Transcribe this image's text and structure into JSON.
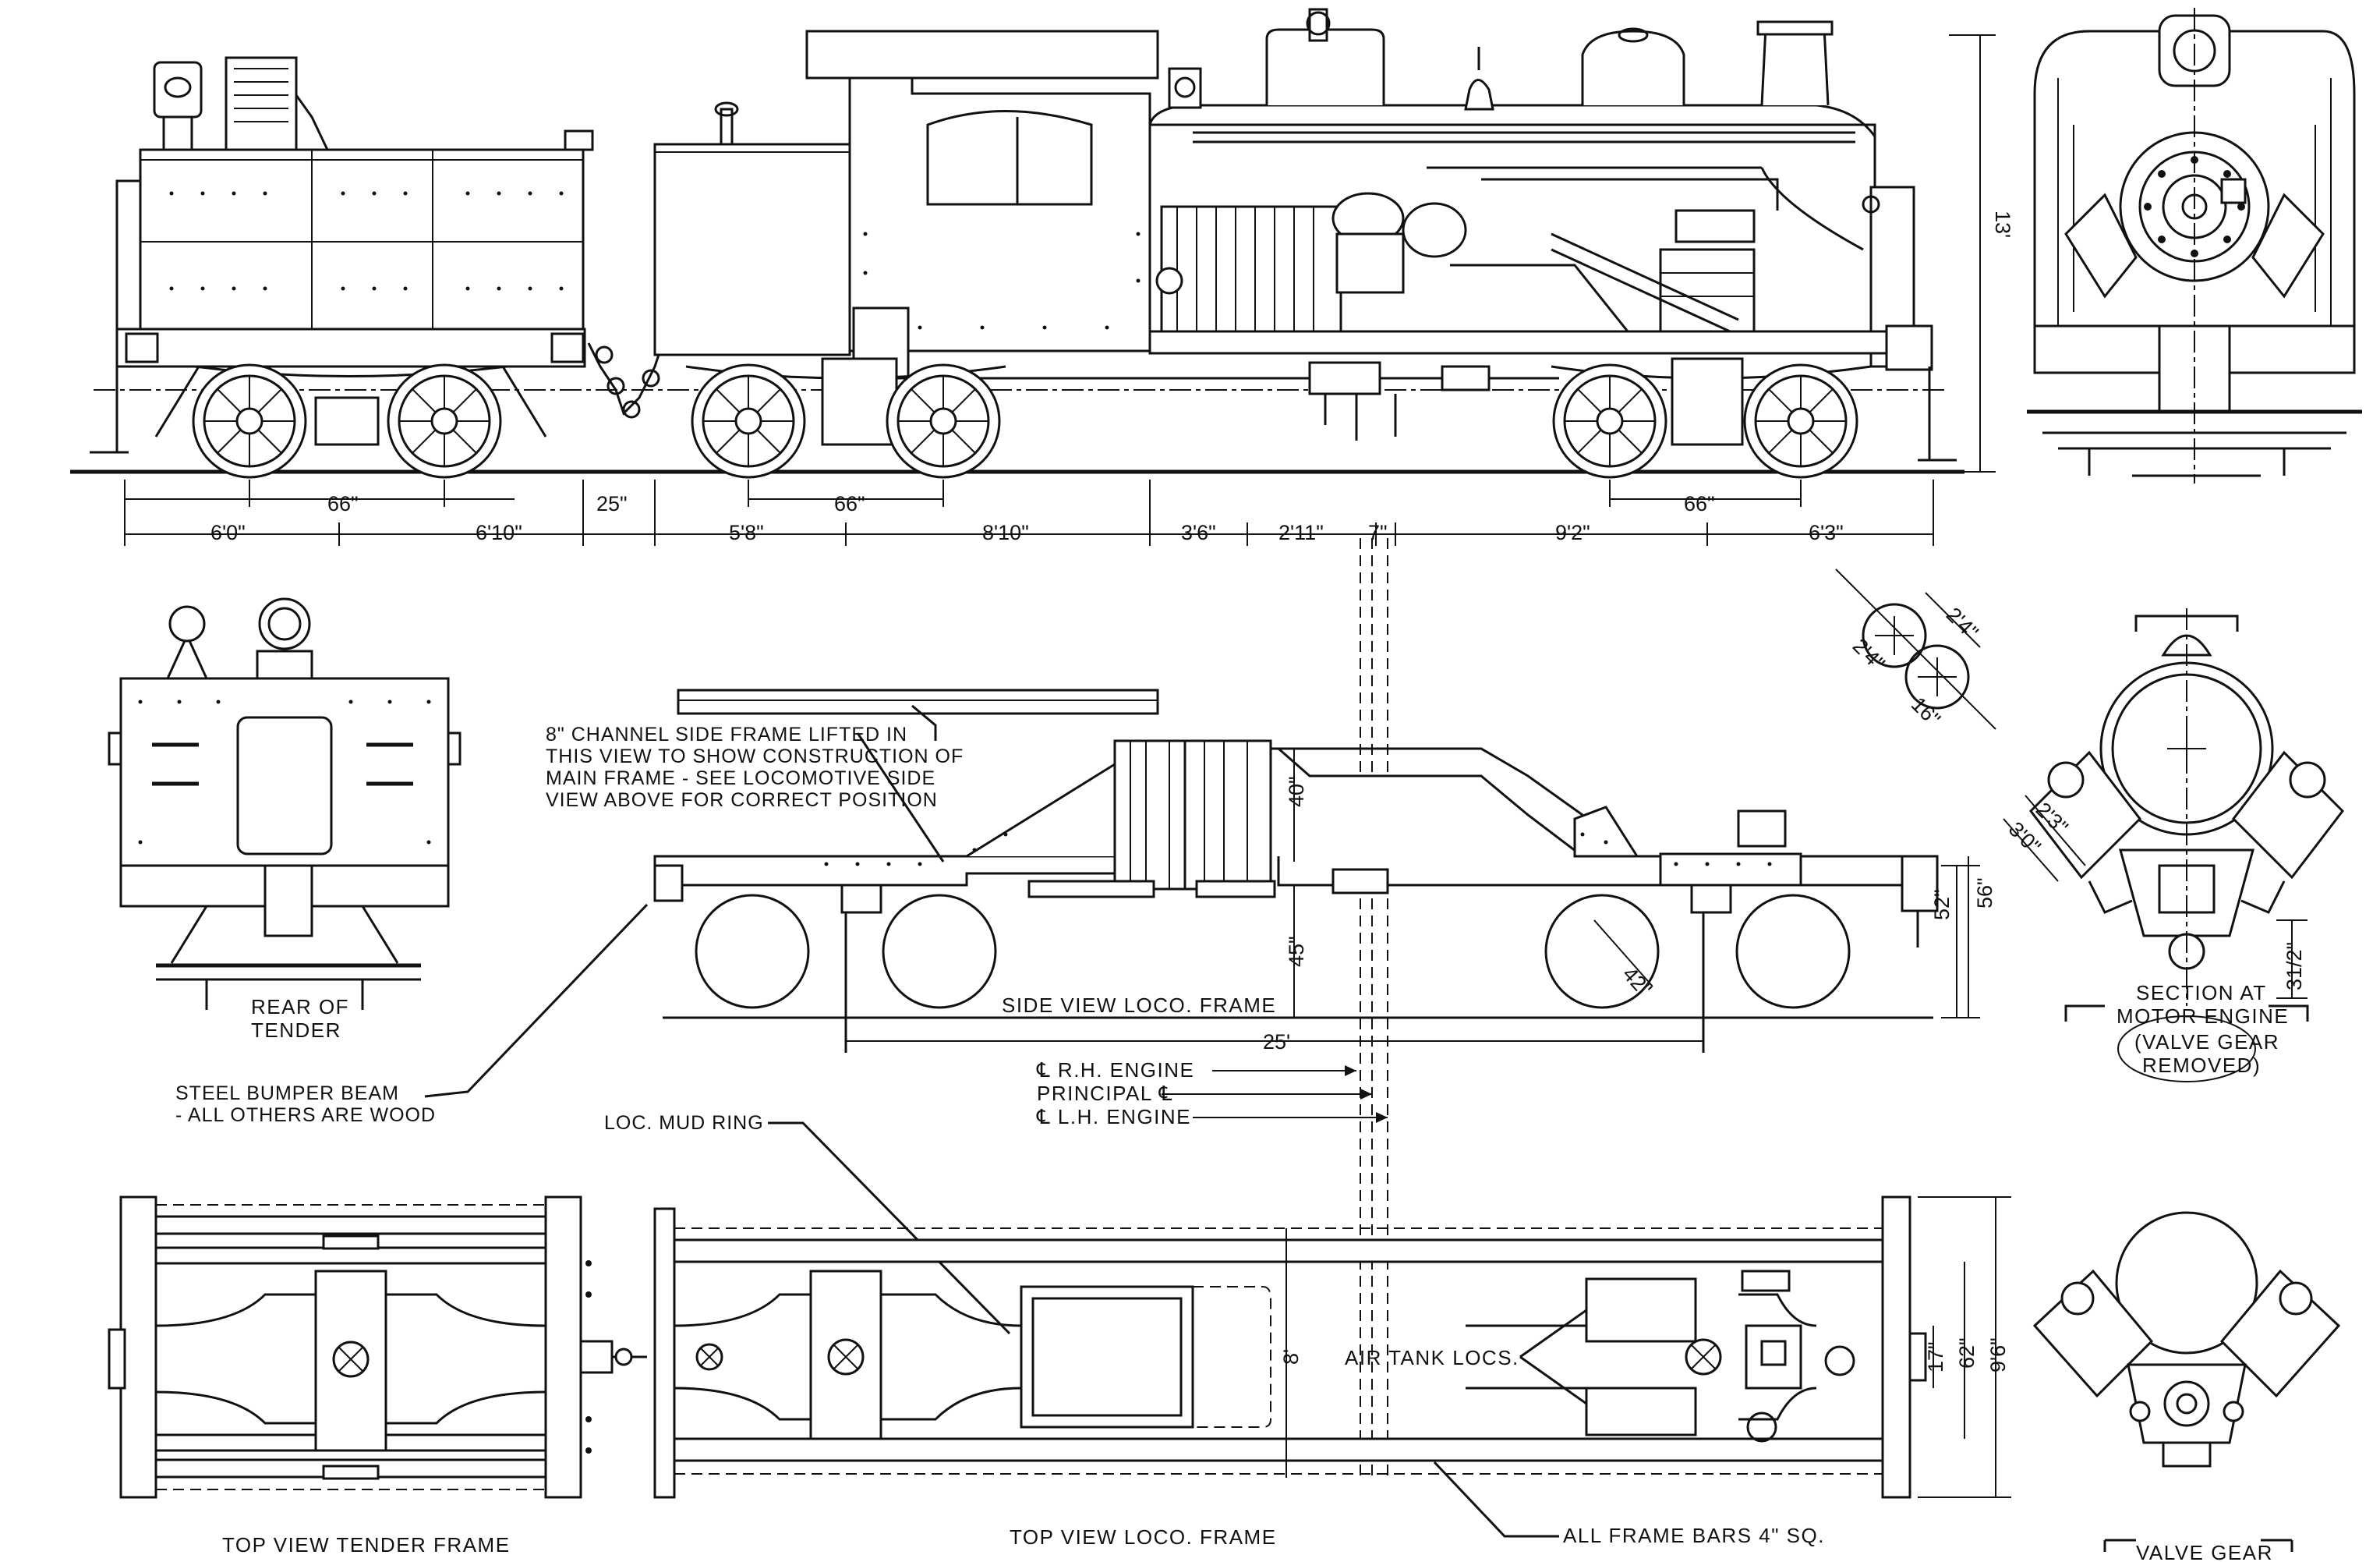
{
  "dimensions": {
    "tender_axle_spacing": "66\"",
    "tender_front": "6'0\"",
    "tender_rear": "6'10\"",
    "coupler_gap": "25\"",
    "loco_front_truck": "5'8\"",
    "loco_truck_spacing": "66\"",
    "loco_mid": "8'10\"",
    "loco_a": "3'6\"",
    "loco_b": "2'11\"",
    "loco_c": "7\"",
    "loco_d": "9'2\"",
    "loco_rear_truck": "66\"",
    "loco_end": "6'3\"",
    "overall_height": "13'",
    "frame_rise": "40\"",
    "frame_height": "45\"",
    "wheel_dia": "42\"",
    "truck_height_a": "52\"",
    "truck_height_b": "56\"",
    "wheelbase": "25'",
    "frame_width": "8'",
    "width_a": "17\"",
    "width_b": "62\"",
    "width_c": "9'6\"",
    "cyl_a": "2'4\"",
    "cyl_b": "2'4\"",
    "cyl_c": "16\"",
    "cyl_d": "2'3\"",
    "cyl_e": "3'0\"",
    "valve_offset": "31/2\""
  },
  "labels": {
    "channel_note": [
      "8\" CHANNEL SIDE FRAME LIFTED IN",
      "THIS VIEW TO SHOW CONSTRUCTION OF",
      "MAIN FRAME - SEE LOCOMOTIVE SIDE",
      "VIEW ABOVE FOR CORRECT POSITION"
    ],
    "side_view_frame": "SIDE VIEW LOCO. FRAME",
    "rear_of_tender": [
      "REAR OF",
      "TENDER"
    ],
    "steel_bumper": [
      "STEEL BUMPER BEAM",
      "- ALL OTHERS ARE WOOD"
    ],
    "rh_engine": "℄ R.H. ENGINE",
    "principal": "PRINCIPAL ℄",
    "lh_engine": "℄ L.H. ENGINE",
    "mud_ring": "LOC. MUD RING",
    "section_motor": [
      "SECTION AT",
      "MOTOR ENGINE",
      "(VALVE GEAR",
      "REMOVED)"
    ],
    "air_tank": "AIR TANK LOCS.",
    "frame_bars": "ALL FRAME BARS 4\" SQ.",
    "top_tender": "TOP VIEW TENDER FRAME",
    "top_loco": "TOP VIEW LOCO. FRAME",
    "valve_gear": "VALVE GEAR"
  }
}
